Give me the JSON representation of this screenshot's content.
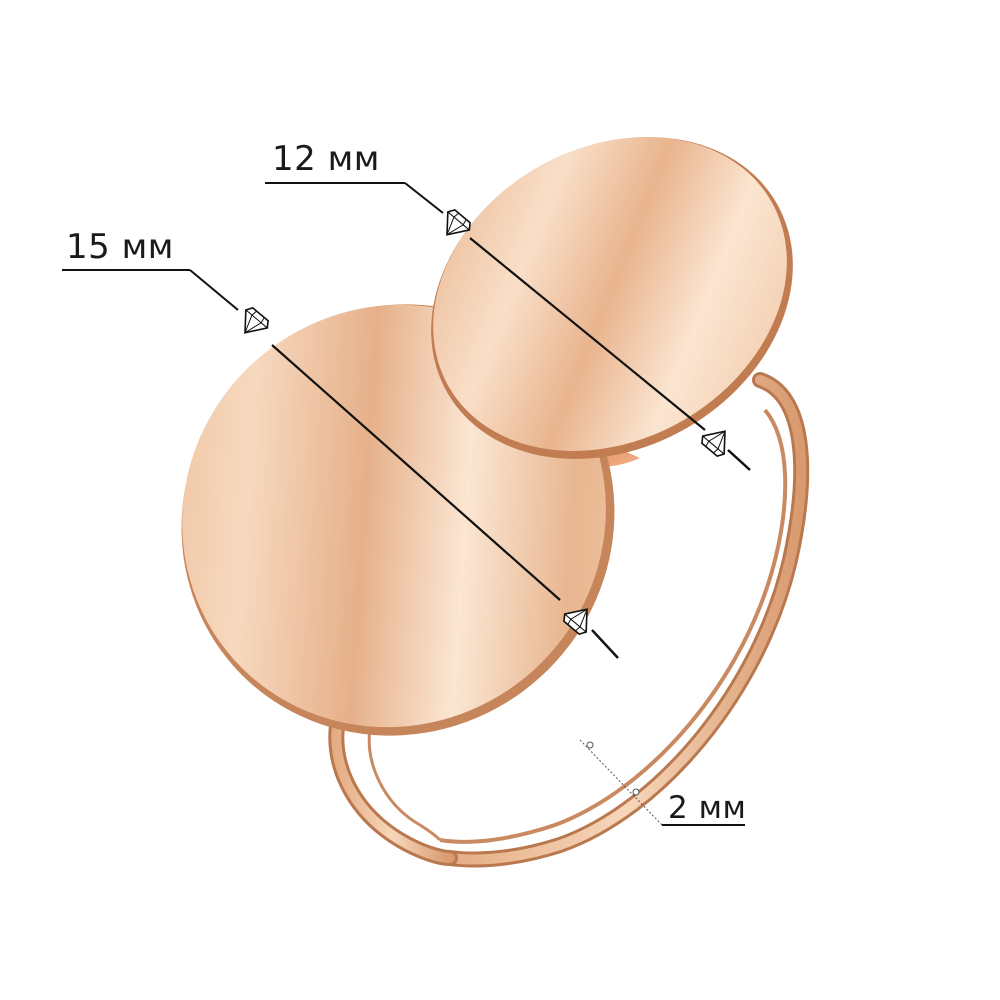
{
  "dimensions": {
    "disc_large": {
      "label": "15 мм"
    },
    "disc_small": {
      "label": "12 мм"
    },
    "band_width": {
      "label": "2 мм"
    }
  },
  "colors": {
    "gold_light": "#fbe6d2",
    "gold_mid": "#ecc09e",
    "gold_dark": "#c98a62",
    "gold_edge": "#b06a3e",
    "shadow_red": "#c2410c",
    "line": "#111111"
  }
}
